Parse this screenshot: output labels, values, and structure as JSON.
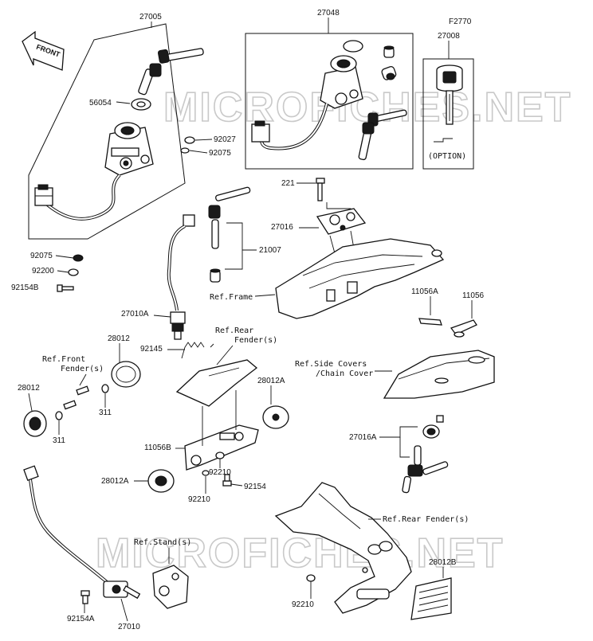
{
  "front_arrow": {
    "text": "FRONT"
  },
  "watermark": {
    "text": "MICROFICHES.NET"
  },
  "labels": {
    "p27005": "27005",
    "p27048": "27048",
    "pF2770": "F2770",
    "p27008": "27008",
    "p56054": "56054",
    "p92027": "92027",
    "p92075a": "92075",
    "p92075b": "92075",
    "p92200": "92200",
    "p92154B": "92154B",
    "p221": "221",
    "p27016": "27016",
    "p21007": "21007",
    "p27010A": "27010A",
    "p11056A": "11056A",
    "p11056": "11056",
    "p92145": "92145",
    "p28012a": "28012",
    "p28012b": "28012",
    "p311a": "311",
    "p311b": "311",
    "p28012A_r": "28012A",
    "p11056B": "11056B",
    "p92210a": "92210",
    "p28012A_l": "28012A",
    "p92154": "92154",
    "p92210b": "92210",
    "p27016A": "27016A",
    "p28012B": "28012B",
    "p92210c": "92210",
    "p92154A": "92154A",
    "p27010": "27010"
  },
  "refs": {
    "option": "(OPTION)",
    "frame": "Ref.Frame",
    "rear_fender_1": "Ref.Rear",
    "rear_fender_2": "Fender(s)",
    "front_fender_1": "Ref.Front",
    "front_fender_2": "Fender(s)",
    "side_covers_1": "Ref.Side Covers",
    "side_covers_2": "/Chain Cover",
    "rear_fender_bottom": "Ref.Rear Fender(s)",
    "stand": "Ref.Stand(s)"
  }
}
